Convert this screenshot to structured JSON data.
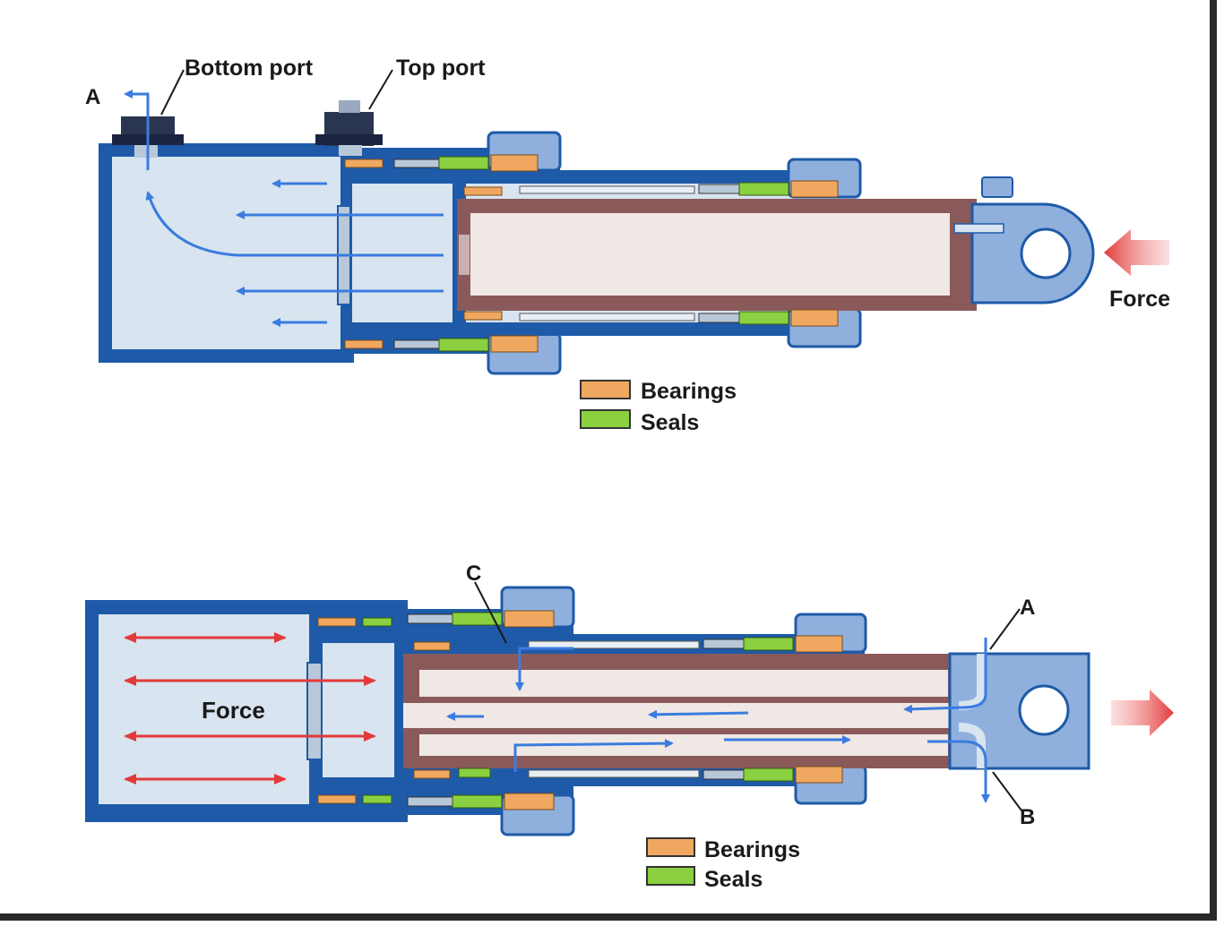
{
  "top_diagram": {
    "label_a": "A",
    "bottom_port": "Bottom port",
    "top_port": "Top port",
    "force": "Force",
    "legend": {
      "bearings": "Bearings",
      "seals": "Seals"
    }
  },
  "bottom_diagram": {
    "label_c": "C",
    "label_a": "A",
    "label_b": "B",
    "force": "Force",
    "legend": {
      "bearings": "Bearings",
      "seals": "Seals"
    }
  },
  "colors": {
    "steel_blue": "#1e5aa8",
    "light_blue": "#8fb0dd",
    "fluid": "#d8e4ef",
    "rod_brown": "#8a5a5a",
    "rod_core": "#f0e8e4",
    "bearing": "#f0a860",
    "seal": "#8ad040",
    "flow_arrow": "#3a7ce0",
    "force_arrow": "#e23a3a"
  }
}
